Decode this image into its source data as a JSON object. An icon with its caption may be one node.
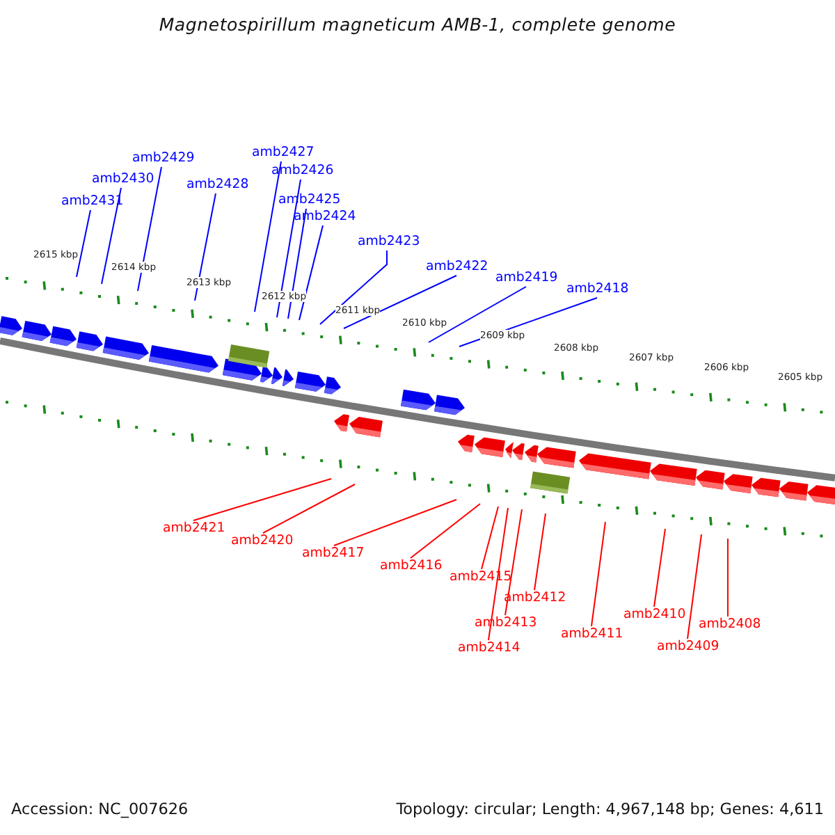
{
  "diagram": {
    "title": "Magnetospirillum magneticum AMB-1, complete genome",
    "nodes": [
      {
        "text": [
          "amb2431"
        ]
      },
      {
        "text": [
          "amb2430"
        ]
      },
      {
        "text": [
          "amb2429"
        ]
      },
      {
        "text": [
          "amb2428"
        ]
      },
      {
        "text": [
          "amb2427"
        ]
      },
      {
        "text": [
          "amb2426"
        ]
      },
      {
        "text": [
          "amb2425"
        ]
      },
      {
        "text": [
          "amb2424"
        ]
      },
      {
        "text": [
          "amb2423"
        ]
      },
      {
        "text": [
          "amb2422"
        ]
      },
      {
        "text": [
          "amb2419"
        ]
      },
      {
        "text": [
          "amb2418"
        ]
      },
      {
        "text": [
          "amb2421"
        ]
      },
      {
        "text": [
          "amb2420"
        ]
      },
      {
        "text": [
          "amb2417"
        ]
      },
      {
        "text": [
          "amb2416"
        ]
      },
      {
        "text": [
          "amb2415"
        ]
      },
      {
        "text": [
          "amb2412"
        ]
      },
      {
        "text": [
          "amb2413"
        ]
      },
      {
        "text": [
          "amb2414"
        ]
      },
      {
        "text": [
          "amb2411"
        ]
      },
      {
        "text": [
          "amb2410"
        ]
      },
      {
        "text": [
          "amb2409"
        ]
      },
      {
        "text": [
          "amb2408"
        ]
      }
    ],
    "edges": [
      {
        "from": 0,
        "to": null,
        "arrow": "none",
        "color": "#0000ff"
      },
      {
        "from": 1,
        "to": null,
        "arrow": "none",
        "color": "#0000ff"
      },
      {
        "from": 2,
        "to": null,
        "arrow": "none",
        "color": "#0000ff"
      },
      {
        "from": 3,
        "to": null,
        "arrow": "none",
        "color": "#0000ff"
      },
      {
        "from": 4,
        "to": null,
        "arrow": "none",
        "color": "#0000ff"
      },
      {
        "from": 5,
        "to": null,
        "arrow": "none",
        "color": "#0000ff"
      },
      {
        "from": 6,
        "to": null,
        "arrow": "none",
        "color": "#0000ff"
      },
      {
        "from": 7,
        "to": null,
        "arrow": "none",
        "color": "#0000ff"
      },
      {
        "from": 8,
        "to": null,
        "arrow": "none",
        "color": "#0000ff"
      },
      {
        "from": 9,
        "to": null,
        "arrow": "none",
        "color": "#0000ff"
      },
      {
        "from": 10,
        "to": null,
        "arrow": "none",
        "color": "#0000ff"
      },
      {
        "from": 11,
        "to": null,
        "arrow": "none",
        "color": "#0000ff"
      },
      {
        "from": 12,
        "to": null,
        "arrow": "none",
        "color": "#ff0000"
      },
      {
        "from": 13,
        "to": null,
        "arrow": "none",
        "color": "#ff0000"
      },
      {
        "from": 14,
        "to": null,
        "arrow": "none",
        "color": "#ff0000"
      },
      {
        "from": 15,
        "to": null,
        "arrow": "none",
        "color": "#ff0000"
      },
      {
        "from": 16,
        "to": null,
        "arrow": "none",
        "color": "#ff0000"
      },
      {
        "from": 17,
        "to": null,
        "arrow": "none",
        "color": "#ff0000"
      },
      {
        "from": 18,
        "to": null,
        "arrow": "none",
        "color": "#ff0000"
      },
      {
        "from": 19,
        "to": null,
        "arrow": "none",
        "color": "#ff0000"
      },
      {
        "from": 20,
        "to": null,
        "arrow": "none",
        "color": "#ff0000"
      },
      {
        "from": 21,
        "to": null,
        "arrow": "none",
        "color": "#ff0000"
      },
      {
        "from": 22,
        "to": null,
        "arrow": "none",
        "color": "#ff0000"
      },
      {
        "from": 23,
        "to": null,
        "arrow": "none",
        "color": "#ff0000"
      }
    ],
    "labels": [
      "2615 kbp",
      "2614 kbp",
      "2613 kbp",
      "2612 kbp",
      "2611 kbp",
      "2610 kbp",
      "2609 kbp",
      "2608 kbp",
      "2607 kbp",
      "2606 kbp",
      "2605 kbp",
      "Accession: NC_007626",
      "Topology: circular; Length: 4,967,148 bp; Genes: 4,611"
    ]
  }
}
